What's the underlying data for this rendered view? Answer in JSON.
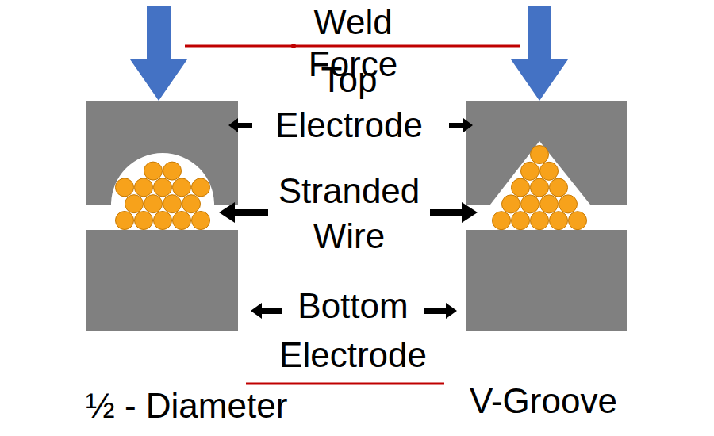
{
  "diagram": {
    "labels": [
      "Weld Force",
      "Top Electrode",
      "Stranded Wire",
      "Bottom Electrode",
      "½ - Diameter",
      "V-Groove"
    ]
  }
}
